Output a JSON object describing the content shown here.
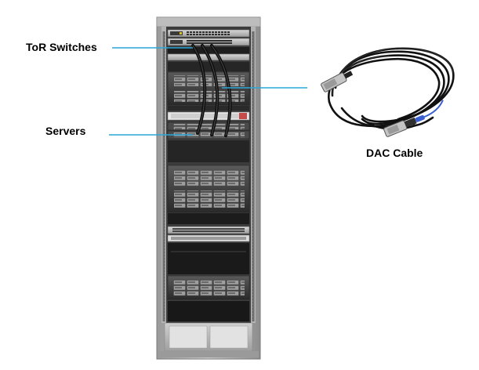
{
  "labels": {
    "tor_switches": "ToR Switches",
    "servers": "Servers",
    "dac_cable": "DAC Cable"
  },
  "colors": {
    "callout_line": "#29a8d8",
    "rack_frame": "#a9a9a9",
    "rack_dark": "#2b2b2b",
    "cable_black": "#111111",
    "cable_connector": "#b8b8b8",
    "cable_boot_blue": "#3a5fd0"
  },
  "icons": {
    "rack": "server-rack-icon",
    "cable": "dac-cable-icon"
  }
}
